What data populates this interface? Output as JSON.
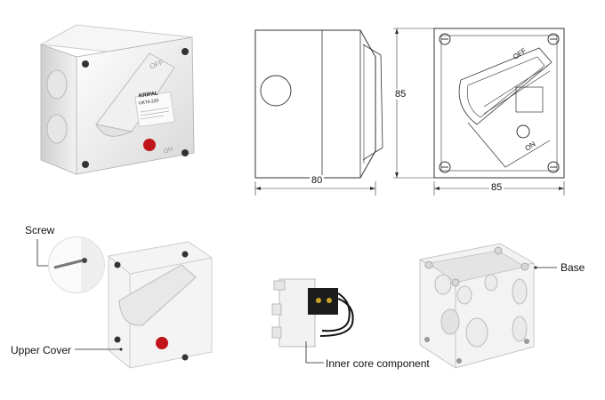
{
  "product_photo": {
    "brand": "KRIPAL",
    "model": "UK74-220",
    "off_mark": "OFF",
    "on_mark": "ON"
  },
  "drawing": {
    "side_width": "80",
    "front_width": "85",
    "front_height": "85",
    "off_mark": "OFF",
    "on_mark": "ON"
  },
  "parts": {
    "screw_label": "Screw",
    "upper_cover_label": "Upper Cover",
    "inner_core_label": "Inner core component",
    "base_label": "Base"
  },
  "colors": {
    "red_indicator": "#c0141a",
    "dimension_line": "#333333",
    "housing": "#eeeeee"
  }
}
